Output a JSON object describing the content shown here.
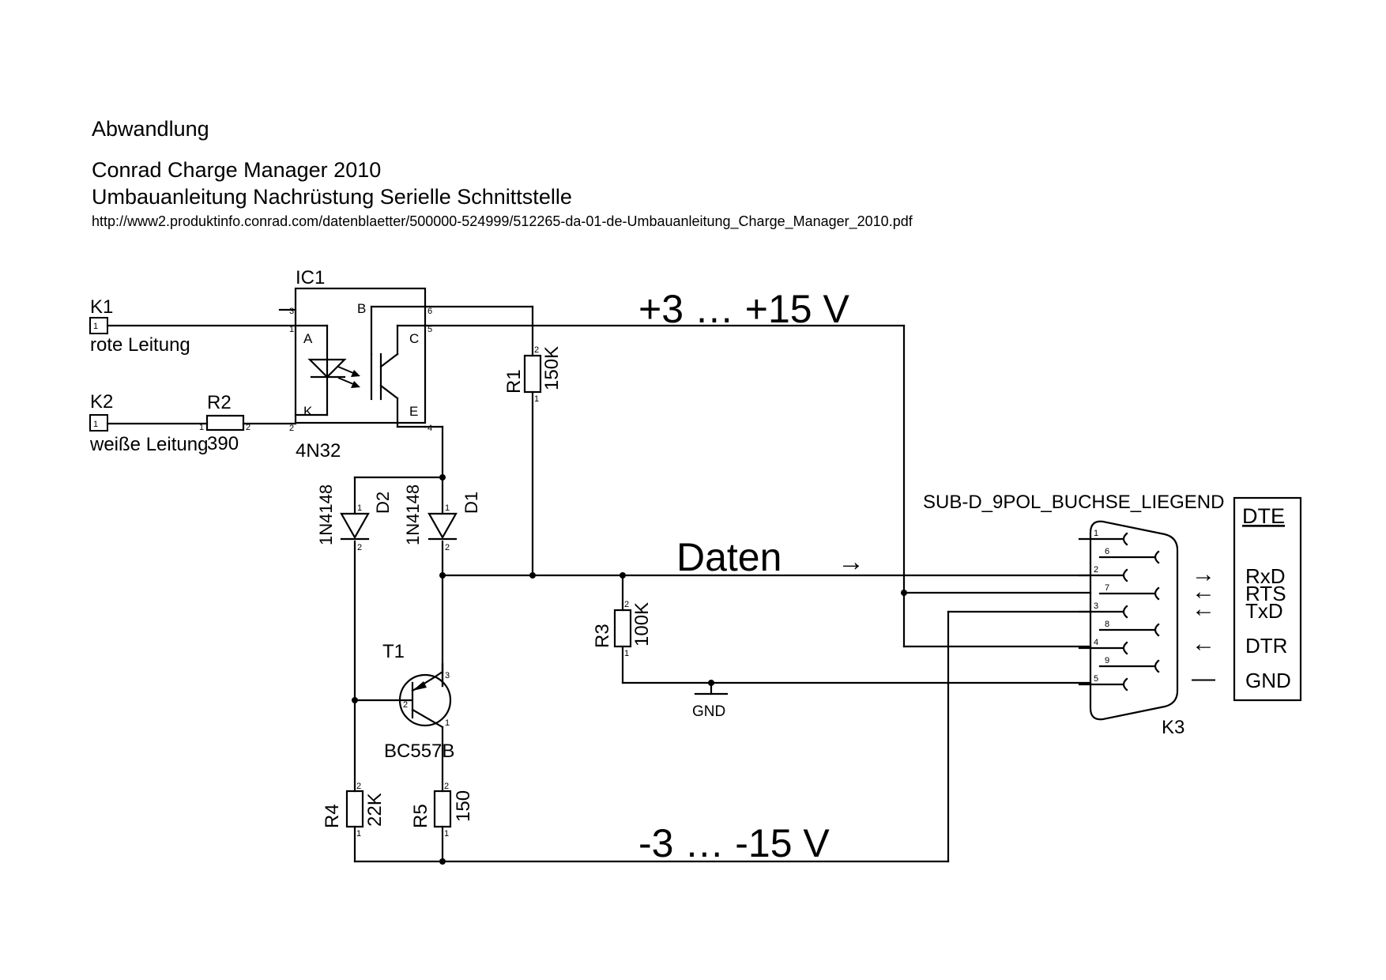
{
  "header": {
    "line1": "Abwandlung",
    "line2": "Conrad Charge Manager 2010",
    "line3": "Umbauanleitung Nachrüstung Serielle Schnittstelle",
    "url": "http://www2.produktinfo.conrad.com/datenblaetter/500000-524999/512265-da-01-de-Umbauanleitung_Charge_Manager_2010.pdf"
  },
  "connectors": {
    "k1": {
      "name": "K1",
      "wire": "rote Leitung",
      "pin": "1"
    },
    "k2": {
      "name": "K2",
      "wire": "weiße Leitung",
      "pin": "1"
    },
    "k3": {
      "name": "K3",
      "type": "SUB-D_9POL_BUCHSE_LIEGEND",
      "pins": [
        "1",
        "6",
        "2",
        "7",
        "3",
        "8",
        "4",
        "9",
        "5"
      ]
    }
  },
  "ic1": {
    "name": "IC1",
    "part": "4N32",
    "pins": {
      "p1": "1",
      "p2": "2",
      "p3": "3",
      "p4": "4",
      "p5": "5",
      "p6": "6"
    },
    "labels": {
      "a": "A",
      "k": "K",
      "b": "B",
      "c": "C",
      "e": "E"
    }
  },
  "resistors": {
    "r1": {
      "name": "R1",
      "value": "150K"
    },
    "r2": {
      "name": "R2",
      "value": "390"
    },
    "r3": {
      "name": "R3",
      "value": "100K"
    },
    "r4": {
      "name": "R4",
      "value": "22K"
    },
    "r5": {
      "name": "R5",
      "value": "150"
    }
  },
  "diodes": {
    "d1": {
      "name": "D1",
      "part": "1N4148"
    },
    "d2": {
      "name": "D2",
      "part": "1N4148"
    }
  },
  "transistor": {
    "name": "T1",
    "part": "BC557B"
  },
  "pin_numbers": {
    "one": "1",
    "two": "2",
    "three": "3"
  },
  "nets": {
    "positive": "+3 … +15 V",
    "negative": "-3 … -15 V",
    "data": "Daten",
    "data_arrow": "→",
    "ground": "GND"
  },
  "dte": {
    "title": "DTE",
    "signals": [
      {
        "label": "RxD",
        "arrow": "→"
      },
      {
        "label": "RTS",
        "arrow": "←"
      },
      {
        "label": "TxD",
        "arrow": "←"
      },
      {
        "label": "DTR",
        "arrow": "←"
      },
      {
        "label": "GND",
        "arrow": "—"
      }
    ]
  }
}
